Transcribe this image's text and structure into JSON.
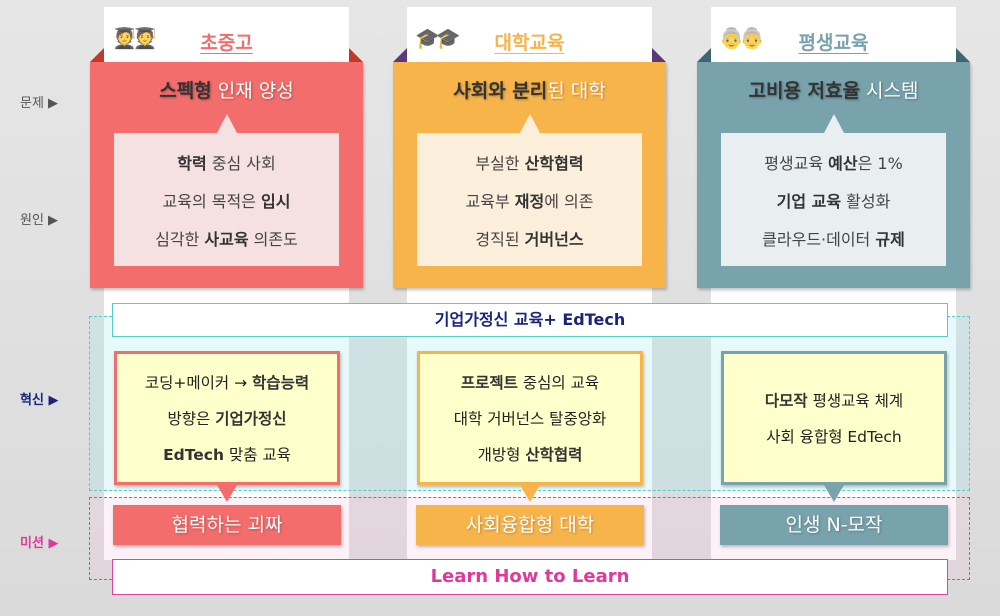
{
  "row_labels": {
    "problem": "문제 ▶",
    "cause": "원인 ▶",
    "innovation": "혁신 ▶",
    "mission": "미션 ▶"
  },
  "colors": {
    "red": "#f26d6b",
    "orange": "#f7b44a",
    "teal": "#78a2ac",
    "navy": "#1a237e",
    "pink": "#e0399a"
  },
  "columns": [
    {
      "title": "초중고",
      "icon": "students-icon",
      "problem": [
        {
          "t": "스펙형",
          "b": true
        },
        {
          "t": " 인재 양성",
          "b": false
        }
      ],
      "causes": [
        [
          {
            "t": "학력",
            "b": true
          },
          {
            "t": " 중심 사회",
            "b": false
          }
        ],
        [
          {
            "t": "교육의 목적은 ",
            "b": false
          },
          {
            "t": "입시",
            "b": true
          }
        ],
        [
          {
            "t": "심각한 ",
            "b": false
          },
          {
            "t": "사교육",
            "b": true
          },
          {
            "t": " 의존도",
            "b": false
          }
        ]
      ],
      "innovation": [
        [
          {
            "t": "코딩+메이커 → ",
            "b": false
          },
          {
            "t": "학습능력",
            "b": true
          }
        ],
        [
          {
            "t": "방향은 ",
            "b": false
          },
          {
            "t": "기업가정신",
            "b": true
          }
        ],
        [
          {
            "t": "EdTech",
            "b": true
          },
          {
            "t": " 맞춤 교육",
            "b": false
          }
        ]
      ],
      "mission": "협력하는 괴짜"
    },
    {
      "title": "대학교육",
      "icon": "graduates-icon",
      "problem": [
        {
          "t": "사회와 분리",
          "b": true
        },
        {
          "t": "된 대학",
          "b": false
        }
      ],
      "causes": [
        [
          {
            "t": "부실한 ",
            "b": false
          },
          {
            "t": "산학협력",
            "b": true
          }
        ],
        [
          {
            "t": "교육부 ",
            "b": false
          },
          {
            "t": "재정",
            "b": true
          },
          {
            "t": "에 의존",
            "b": false
          }
        ],
        [
          {
            "t": "경직된 ",
            "b": false
          },
          {
            "t": "거버넌스",
            "b": true
          }
        ]
      ],
      "innovation": [
        [
          {
            "t": "프로젝트",
            "b": true
          },
          {
            "t": " 중심의 교육",
            "b": false
          }
        ],
        [
          {
            "t": "대학 거버넌스 탈중앙화",
            "b": false
          }
        ],
        [
          {
            "t": "개방형 ",
            "b": false
          },
          {
            "t": "산학협력",
            "b": true
          }
        ]
      ],
      "mission": "사회융합형 대학"
    },
    {
      "title": "평생교육",
      "icon": "seniors-icon",
      "problem": [
        {
          "t": "고비용 저효율",
          "b": true
        },
        {
          "t": " 시스템",
          "b": false
        }
      ],
      "causes": [
        [
          {
            "t": "평생교육 ",
            "b": false
          },
          {
            "t": "예산",
            "b": true
          },
          {
            "t": "은 1%",
            "b": false
          }
        ],
        [
          {
            "t": "기업 교육",
            "b": true
          },
          {
            "t": " 활성화",
            "b": false
          }
        ],
        [
          {
            "t": "클라우드·데이터 ",
            "b": false
          },
          {
            "t": "규제",
            "b": true
          }
        ]
      ],
      "innovation": [
        [
          {
            "t": "다모작",
            "b": true
          },
          {
            "t": " 평생교육 체계",
            "b": false
          }
        ],
        [
          {
            "t": "사회 융합형 EdTech",
            "b": false
          }
        ]
      ],
      "mission": "인생 N-모작"
    }
  ],
  "banner_innovation": "기업가정신 교육+ EdTech",
  "banner_mission": "Learn How to Learn"
}
